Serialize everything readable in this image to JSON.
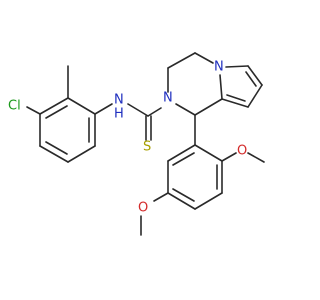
{
  "molecule": {
    "labels": {
      "cl": "Cl",
      "nh_n": "N",
      "nh_h": "H",
      "n_thioamide": "N",
      "n_pyrrole": "N",
      "s": "S",
      "o_upper": "O",
      "o_lower": "O"
    },
    "colors": {
      "bond": "#2a2a2a",
      "carbon_text": "#2a2a2a",
      "nitrogen": "#1f2fbf",
      "oxygen": "#d32a2a",
      "chlorine": "#1c9a1c",
      "sulfur": "#a8a000"
    }
  }
}
